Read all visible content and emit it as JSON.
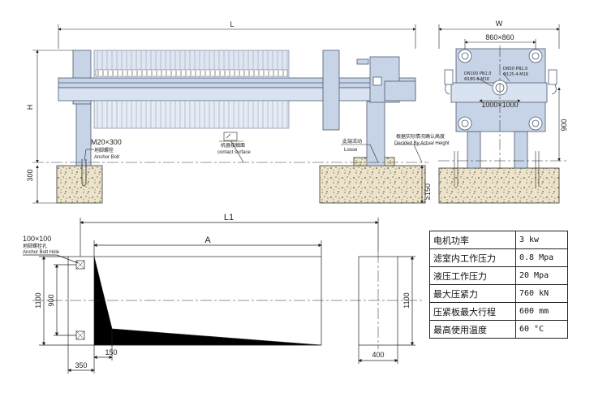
{
  "front_view": {
    "dim_length": "L",
    "dim_height": "H",
    "dim_base_height": "300",
    "anchor_bolt_size": "M20×300",
    "anchor_bolt_cn": "地脚螺栓",
    "anchor_bolt_en": "Anchor Bolt",
    "contact_surface_cn": "机器接触面",
    "contact_surface_en": "contact surface",
    "loose_cn": "此端活动",
    "loose_en": "Loose",
    "height_note_cn": "根据实际情况确认高度",
    "height_note_en": "Decided By Actual Height",
    "dim_pit": "≥150"
  },
  "side_view": {
    "dim_width": "W",
    "dim_bolt_pitch": "860×860",
    "dim_plate": "1000×1000",
    "dim_feed_height": "900",
    "inlet_label_1": "DN100 PN1.0",
    "inlet_label_2": "Φ180-8-M16",
    "outlet_label_1": "DN50 PN1.0",
    "outlet_label_2": "Φ125-4-M16"
  },
  "foundation_plan": {
    "dim_l1": "L1",
    "dim_a": "A",
    "hole_size": "100×100",
    "hole_cn": "地脚螺栓孔",
    "hole_en": "Anchor Bolt Hole",
    "dim_width": "1100",
    "dim_hole_pitch": "900",
    "dim_taper": "150",
    "dim_edge": "350",
    "dim_right_width": "1100",
    "dim_right_depth": "400"
  },
  "spec_table": {
    "rows": [
      {
        "label": "电机功率",
        "value": "3 kw"
      },
      {
        "label": "滤室内工作压力",
        "value": "0.8 Mpa"
      },
      {
        "label": "液压工作压力",
        "value": "20 Mpa"
      },
      {
        "label": "最大压紧力",
        "value": "760 kN"
      },
      {
        "label": "压紧板最大行程",
        "value": "600 mm"
      },
      {
        "label": "最高使用温度",
        "value": "60 °C"
      }
    ]
  },
  "colors": {
    "machine_fill": "#c7d3e6",
    "machine_stroke": "#4c5a70",
    "concrete_fill": "#ece3c8",
    "line": "#222222"
  }
}
